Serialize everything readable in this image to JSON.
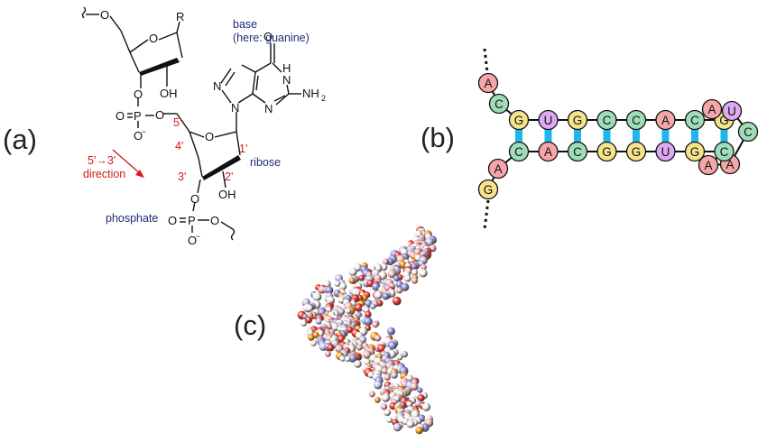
{
  "panels": {
    "a": "(a)",
    "b": "(b)",
    "c": "(c)"
  },
  "panel_a": {
    "atoms": {
      "o_ring_top": "O",
      "r_group": "R",
      "oh_top": "OH",
      "o_link_top": "O",
      "o_bridge": "O",
      "p_top": "P",
      "o_dbl_top": "O",
      "o_minus_top": "O",
      "minus_top": "−",
      "o_ring_bottom": "O",
      "n9": "N",
      "n7": "N",
      "n1h": "H",
      "n1": "N",
      "n3": "N",
      "c6_o": "O",
      "nh2": "NH",
      "nh2_sub": "2",
      "oh_bottom": "OH",
      "o_link_bottom": "O",
      "p_bottom": "P",
      "o_dbl_bottom": "O",
      "o_minus_bottom": "O",
      "minus_bottom": "−",
      "o_tail": "O"
    },
    "primes": {
      "p5": "5'",
      "p4": "4'",
      "p3": "3'",
      "p2": "2'",
      "p1": "1'"
    },
    "labels": {
      "base": "base",
      "base_note": "(here: guanine)",
      "ribose": "ribose",
      "phosphate": "phosphate",
      "direction_line1": "5'→3'",
      "direction_line2": "direction"
    },
    "colors": {
      "structure": "#111111",
      "prime": "#d21a1a",
      "label": "#1f2a7a",
      "arrow": "#d21a1a"
    }
  },
  "panel_b": {
    "top_tail": [
      "A",
      "C"
    ],
    "stem_top": [
      "G",
      "U",
      "G",
      "C",
      "C",
      "A",
      "C",
      "G"
    ],
    "stem_bottom": [
      "C",
      "A",
      "C",
      "G",
      "G",
      "U",
      "G",
      "C"
    ],
    "loop": [
      "A",
      "U",
      "C",
      "A",
      "A"
    ],
    "bottom_tail": [
      "A",
      "G"
    ],
    "colors": {
      "A": "#f4a6a8",
      "C": "#9fdcb8",
      "G": "#f6e38a",
      "U": "#dcaaf0",
      "pair": "#1fb6ea",
      "backbone": "#111111"
    }
  },
  "panel_c": {
    "atom_colors": {
      "oxygen": "#e8352c",
      "phosphorus": "#f59a1b",
      "carbon": "#f4f4f4",
      "nitrogen": "#8a8ee0",
      "pink": "#f3b9b8",
      "lavender": "#c7c8f0"
    }
  }
}
